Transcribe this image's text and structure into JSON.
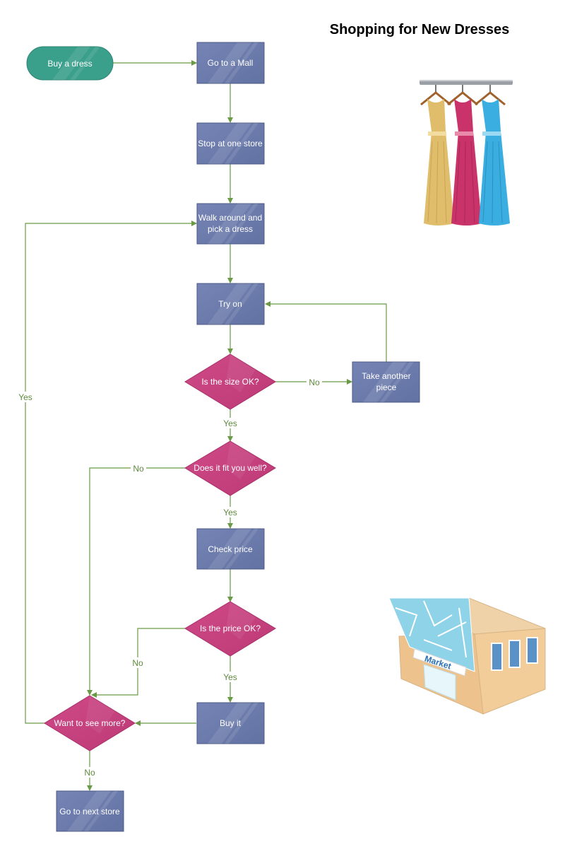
{
  "title": "Shopping for  New Dresses",
  "colors": {
    "process_fill": "#6b7bab",
    "process_stroke": "#4d5a85",
    "decision_fill": "#c9417f",
    "decision_stroke": "#a8306a",
    "start_fill": "#3a9f8b",
    "edge": "#6a9a45",
    "edge_label": "#5e8a3c"
  },
  "nodes": {
    "start": {
      "label": "Buy a dress"
    },
    "mall": {
      "label": "Go to a Mall"
    },
    "store": {
      "label": "Stop at one store"
    },
    "walk": {
      "line1": "Walk around and",
      "line2": "pick a dress"
    },
    "tryon": {
      "label": "Try on"
    },
    "size": {
      "label": "Is the size OK?"
    },
    "another": {
      "line1": "Take another",
      "line2": "piece"
    },
    "fit": {
      "label": "Does it fit you well?"
    },
    "price_check": {
      "label": "Check price"
    },
    "price_ok": {
      "label": "Is the price OK?"
    },
    "buy": {
      "label": "Buy it"
    },
    "more": {
      "label": "Want to see more?"
    },
    "next": {
      "label": "Go to next store"
    }
  },
  "edge_labels": {
    "size_no": "No",
    "size_yes": "Yes",
    "fit_no": "No",
    "fit_yes": "Yes",
    "price_no": "No",
    "price_yes": "Yes",
    "more_yes": "Yes",
    "more_no": "No"
  },
  "illustrations": {
    "dresses": {
      "icon": "dress-rack-icon"
    },
    "market": {
      "icon": "market-building-icon",
      "sign": "Market"
    }
  }
}
